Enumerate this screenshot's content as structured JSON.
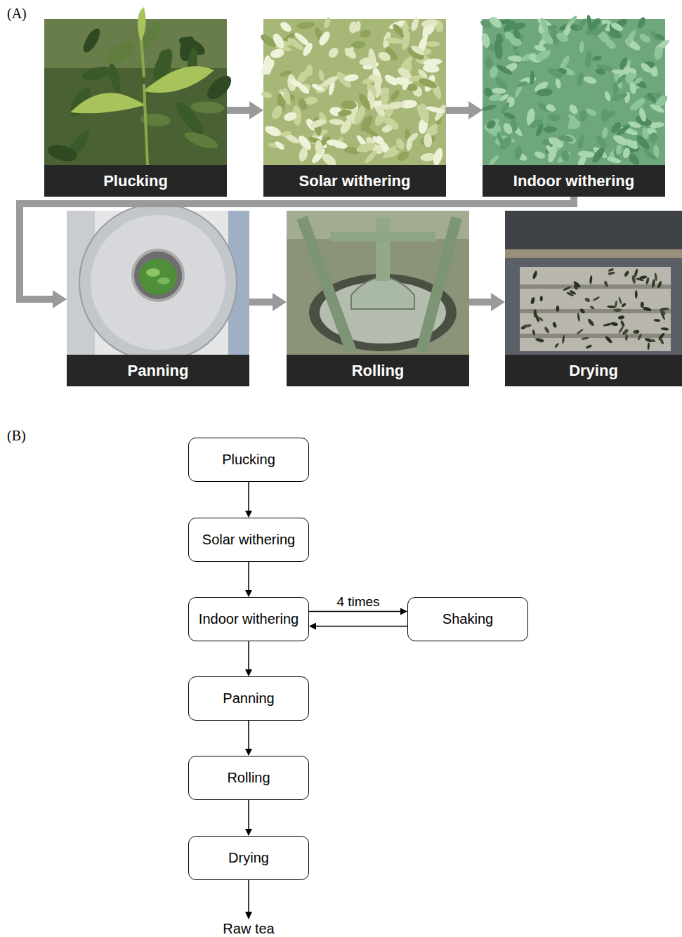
{
  "diagram": {
    "nodes": [
      {
        "text": [
          "Plucking"
        ]
      },
      {
        "text": [
          "Solar withering"
        ]
      },
      {
        "text": [
          "Indoor withering"
        ]
      },
      {
        "text": [
          "Panning"
        ]
      },
      {
        "text": [
          "Rolling"
        ]
      },
      {
        "text": [
          "Drying"
        ]
      },
      {
        "text": [
          "Plucking"
        ]
      },
      {
        "text": [
          "Solar withering"
        ]
      },
      {
        "text": [
          "Indoor withering"
        ]
      },
      {
        "text": [
          "Shaking"
        ]
      },
      {
        "text": [
          "Panning"
        ]
      },
      {
        "text": [
          "Rolling"
        ]
      },
      {
        "text": [
          "Drying"
        ]
      }
    ],
    "edges": [
      {
        "from": 0,
        "to": 1,
        "arrow": "to"
      },
      {
        "from": 1,
        "to": 2,
        "arrow": "to"
      },
      {
        "from": 2,
        "to": 3,
        "arrow": "to"
      },
      {
        "from": 3,
        "to": 4,
        "arrow": "to"
      },
      {
        "from": 4,
        "to": 5,
        "arrow": "to"
      },
      {
        "from": 6,
        "to": 7,
        "arrow": "to"
      },
      {
        "from": 7,
        "to": 8,
        "arrow": "to"
      },
      {
        "from": 8,
        "to": 9,
        "label": "4 times",
        "arrow": "to"
      },
      {
        "from": 9,
        "to": 8,
        "arrow": "to"
      },
      {
        "from": 8,
        "to": 10,
        "arrow": "to"
      },
      {
        "from": 10,
        "to": 11,
        "arrow": "to"
      },
      {
        "from": 11,
        "to": 12,
        "arrow": "to"
      }
    ],
    "labels": [
      "(A)",
      "(B)",
      "Raw tea"
    ]
  }
}
